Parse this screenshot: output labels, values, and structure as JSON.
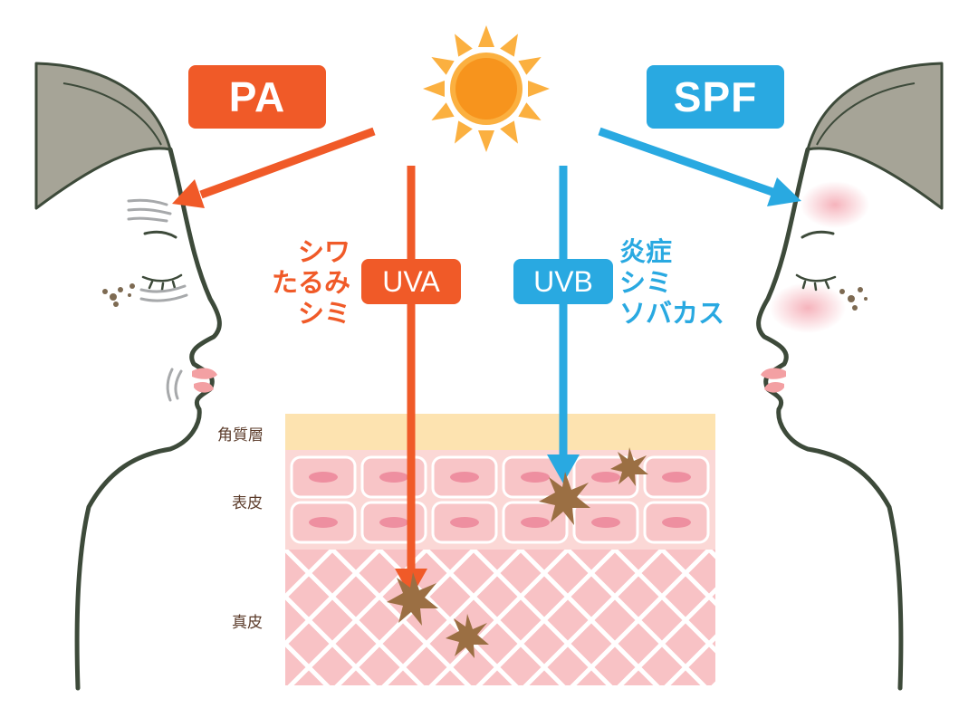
{
  "labels": {
    "pa": "PA",
    "spf": "SPF",
    "uva": "UVA",
    "uvb": "UVB"
  },
  "uva_effects": [
    "シワ",
    "たるみ",
    "シミ"
  ],
  "uvb_effects": [
    "炎症",
    "シミ",
    "ソバカス"
  ],
  "skin_layers": {
    "stratum_corneum": "角質層",
    "epidermis": "表皮",
    "dermis": "真皮"
  },
  "colors": {
    "uva": "#f05a28",
    "uvb": "#29a9e1",
    "sun_core": "#f7941d",
    "sun_rays": "#fbb040",
    "hair": "#a6a497",
    "outline": "#3d4a3a",
    "stratum_corneum": "#fde3b0",
    "epidermis": "#fbd8d6",
    "dermis": "#f8c2c5",
    "spot": "#9b6f43"
  }
}
